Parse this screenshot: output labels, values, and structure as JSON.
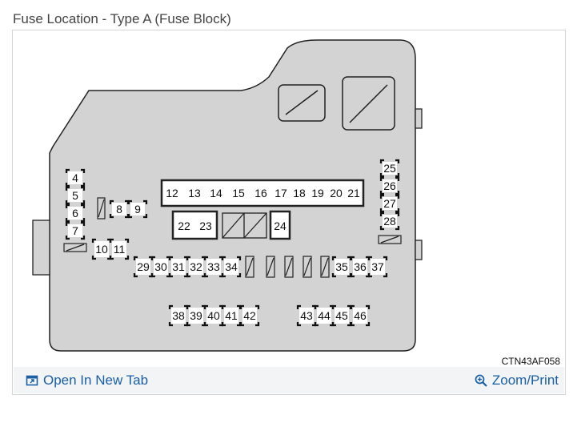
{
  "header": {
    "title": "Fuse Location - Type A (Fuse Block)"
  },
  "figure": {
    "code": "CTN43AF058",
    "fuses_left_column": [
      "4",
      "5",
      "6",
      "7"
    ],
    "fuses_left_pair": [
      "8",
      "9"
    ],
    "fuses_left_lower": [
      "10",
      "11"
    ],
    "fuses_top_row": [
      "12",
      "13",
      "14",
      "15",
      "16",
      "17",
      "18",
      "19",
      "20",
      "21"
    ],
    "fuses_mid_pair": [
      "22",
      "23"
    ],
    "fuse_single": "24",
    "fuses_right_column": [
      "25",
      "26",
      "27",
      "28"
    ],
    "fuses_row_left": [
      "29",
      "30",
      "31",
      "32",
      "33",
      "34"
    ],
    "fuses_row_right": [
      "35",
      "36",
      "37"
    ],
    "fuses_bottom_left": [
      "38",
      "39",
      "40",
      "41",
      "42"
    ],
    "fuses_bottom_right": [
      "43",
      "44",
      "45",
      "46"
    ]
  },
  "actions": {
    "open_new_tab": "Open In New Tab",
    "zoom_print": "Zoom/Print"
  },
  "icons": {
    "open_new_tab": "open-in-new-tab-icon",
    "zoom": "magnifier-plus-icon"
  },
  "colors": {
    "link": "#1a5fa6",
    "block_fill": "#d3d3d3",
    "action_bar": "#f2f4f6"
  }
}
